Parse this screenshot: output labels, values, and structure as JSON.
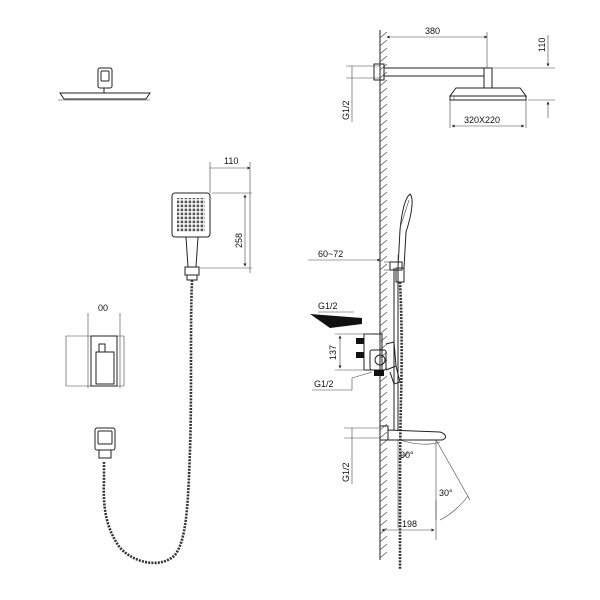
{
  "labels": {
    "arm_length": "380",
    "arm_height": "110",
    "thread_top": "G1/2",
    "head_size": "320X220",
    "handheld_width": "110",
    "handheld_length": "258",
    "wall_offset": "60~72",
    "thread_in": "G1/2",
    "valve_spacing": "137",
    "thread_out": "G1/2",
    "plate_label": "00",
    "thread_lower": "G1/2",
    "angle_90": "90°",
    "angle_30": "30°",
    "spout_length": "198"
  }
}
